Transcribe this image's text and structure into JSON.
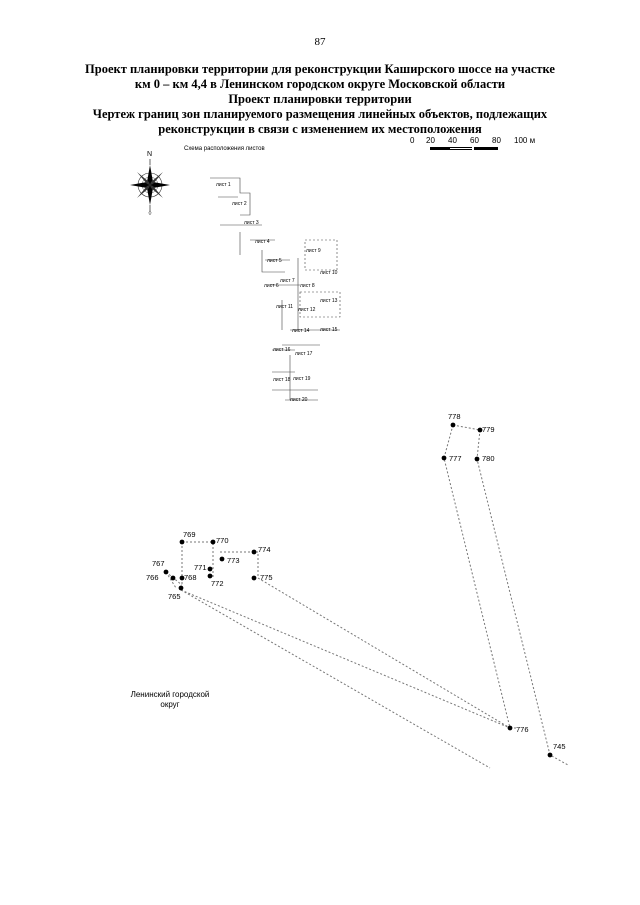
{
  "page_number": "87",
  "title_lines": [
    "Проект планировки территории для реконструкции Каширского шоссе на участке",
    "км 0 – км 4,4 в Ленинском городском округе Московской области",
    "Проект планировки территории",
    "Чертеж границ зон планируемого размещения линейных объектов, подлежащих",
    "реконструкции в связи с изменением их местоположения"
  ],
  "scale_bar": {
    "labels": [
      "0",
      "20",
      "40",
      "60",
      "80",
      "100 м"
    ]
  },
  "scheme": {
    "title": "Схема расположения листов",
    "compass_north": "N",
    "sheets": [
      "лист 1",
      "лист 2",
      "лист 3",
      "лист 4",
      "лист 5",
      "лист 6",
      "лист 7",
      "лист 8",
      "лист 9",
      "лист 10",
      "лист 11",
      "лист 12",
      "лист 13",
      "лист 14",
      "лист 15",
      "лист 16",
      "лист 17",
      "лист 18",
      "лист 19",
      "лист 20"
    ]
  },
  "points": [
    "765",
    "767",
    "768",
    "769",
    "770",
    "771",
    "772",
    "773",
    "774",
    "775",
    "776",
    "777",
    "778",
    "779",
    "780",
    "745",
    "766"
  ],
  "district_label": [
    "Ленинский городской",
    "округ"
  ]
}
